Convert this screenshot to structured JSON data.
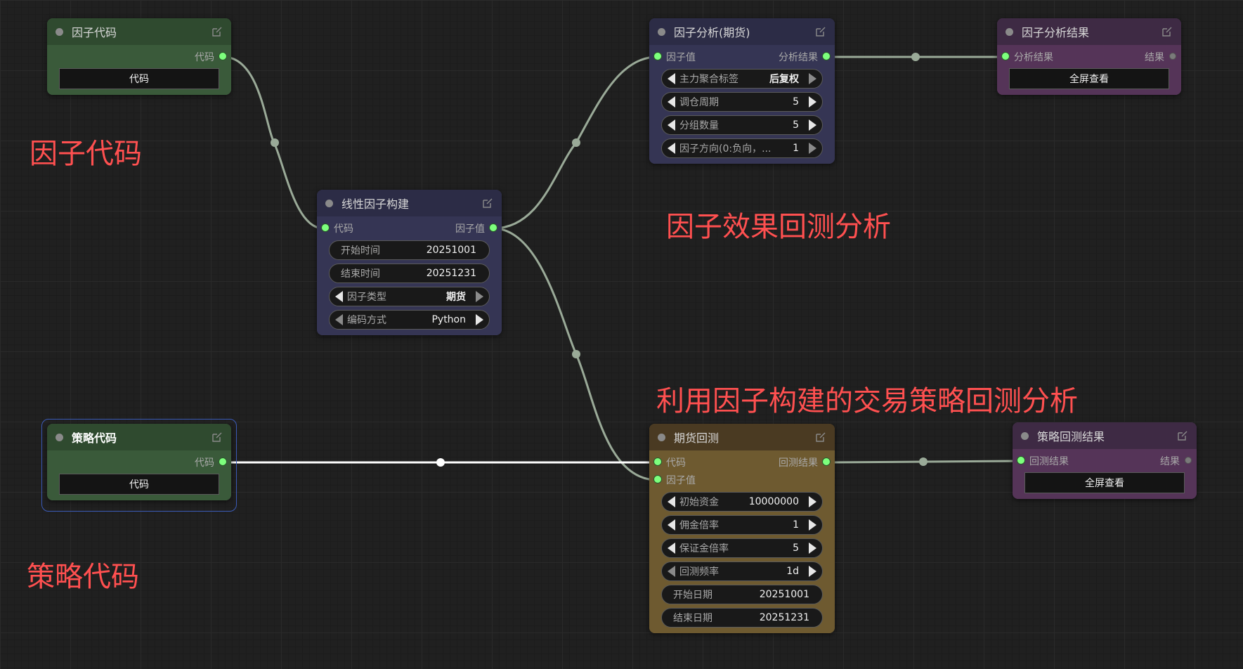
{
  "annotations": {
    "factor_code": "因子代码",
    "factor_backtest": "因子效果回测分析",
    "strategy_backtest": "利用因子构建的交易策略回测分析",
    "strategy_code": "策略代码"
  },
  "nodes": {
    "factor_code": {
      "title": "因子代码",
      "output": "代码",
      "button": "代码"
    },
    "strategy_code": {
      "title": "策略代码",
      "output": "代码",
      "button": "代码"
    },
    "linear_factor": {
      "title": "线性因子构建",
      "input": "代码",
      "output": "因子值",
      "widgets": [
        {
          "label": "开始时间",
          "value": "20251001"
        },
        {
          "label": "结束时间",
          "value": "20251231"
        },
        {
          "label": "因子类型",
          "value": "期货"
        },
        {
          "label": "编码方式",
          "value": "Python"
        }
      ]
    },
    "factor_analysis": {
      "title": "因子分析(期货)",
      "input": "因子值",
      "output": "分析结果",
      "widgets": [
        {
          "label": "主力聚合标签",
          "value": "后复权"
        },
        {
          "label": "调仓周期",
          "value": "5"
        },
        {
          "label": "分组数量",
          "value": "5"
        },
        {
          "label": "因子方向(0:负向，...",
          "value": "1"
        }
      ]
    },
    "factor_result": {
      "title": "因子分析结果",
      "input": "分析结果",
      "output": "结果",
      "button": "全屏查看"
    },
    "futures_backtest": {
      "title": "期货回测",
      "input1": "代码",
      "input2": "因子值",
      "output": "回测结果",
      "widgets": [
        {
          "label": "初始资金",
          "value": "10000000"
        },
        {
          "label": "佣金倍率",
          "value": "1"
        },
        {
          "label": "保证金倍率",
          "value": "5"
        },
        {
          "label": "回测频率",
          "value": "1d"
        },
        {
          "label": "开始日期",
          "value": "20251001"
        },
        {
          "label": "结束日期",
          "value": "20251231"
        }
      ]
    },
    "strategy_result": {
      "title": "策略回测结果",
      "input": "回测结果",
      "output": "结果",
      "button": "全屏查看"
    }
  },
  "colors": {
    "green_title": "#2f4a2f",
    "green_body": "#3a5a3a",
    "blue_title": "#2c2c46",
    "blue_body": "#353554",
    "purple_title": "#3e2a44",
    "purple_body": "#553458",
    "gold_title": "#4a3a22",
    "gold_body": "#6e5a30",
    "wire": "#9aaa98",
    "wire_selected": "#ffffff",
    "annotation": "#ff5050"
  }
}
